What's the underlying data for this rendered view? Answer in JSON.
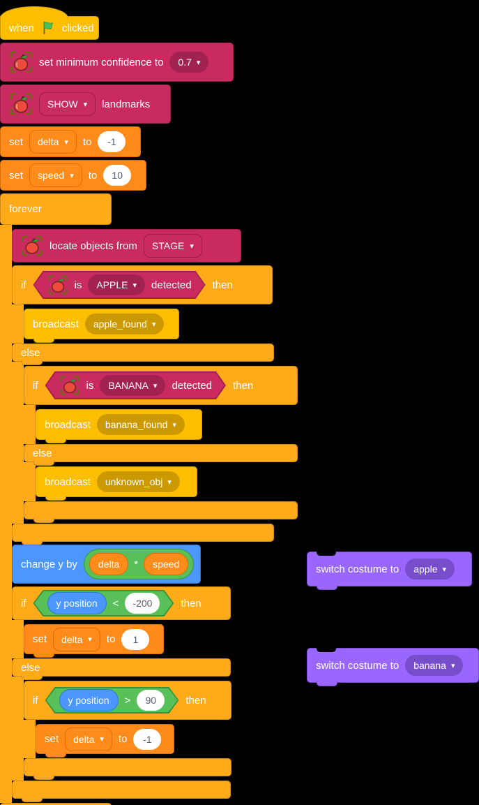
{
  "ui": {
    "dropdown_arrow": "▾"
  },
  "colors": {
    "events": "#FFBF00",
    "control": "#FFAB19",
    "variables": "#FF8C1A",
    "motion": "#4C97FF",
    "operators": "#59C059",
    "looks": "#9966FF",
    "extension": "#C92A60",
    "extension_dark": "#A12250"
  },
  "keywords": {
    "when": "when",
    "clicked": "clicked",
    "if": "if",
    "then": "then",
    "else": "else",
    "set": "set",
    "to": "to",
    "broadcast": "broadcast",
    "is": "is",
    "detected": "detected",
    "forever": "forever"
  },
  "blocks": {
    "set_confidence": {
      "label": "set minimum confidence to",
      "value": "0.7"
    },
    "landmarks": {
      "mode": "SHOW",
      "suffix": "landmarks"
    },
    "set_delta_init": {
      "variable": "delta",
      "value": "-1"
    },
    "set_speed": {
      "variable": "speed",
      "value": "10"
    },
    "locate": {
      "label": "locate objects from",
      "source": "STAGE"
    },
    "detect_apple": {
      "class": "APPLE"
    },
    "detect_banana": {
      "class": "BANANA"
    },
    "broadcast_apple": {
      "message": "apple_found"
    },
    "broadcast_banana": {
      "message": "banana_found"
    },
    "broadcast_unknown": {
      "message": "unknown_obj"
    },
    "change_y": {
      "label": "change y by",
      "left": "delta",
      "operator": "*",
      "right": "speed"
    },
    "if_low": {
      "reporter": "y position",
      "operator": "<",
      "value": "-200"
    },
    "set_delta_up": {
      "variable": "delta",
      "value": "1"
    },
    "if_high": {
      "reporter": "y position",
      "operator": ">",
      "value": "90"
    },
    "set_delta_down": {
      "variable": "delta",
      "value": "-1"
    },
    "switch_apple": {
      "label": "switch costume to",
      "costume": "apple"
    },
    "switch_banana": {
      "label": "switch costume to",
      "costume": "banana"
    }
  }
}
